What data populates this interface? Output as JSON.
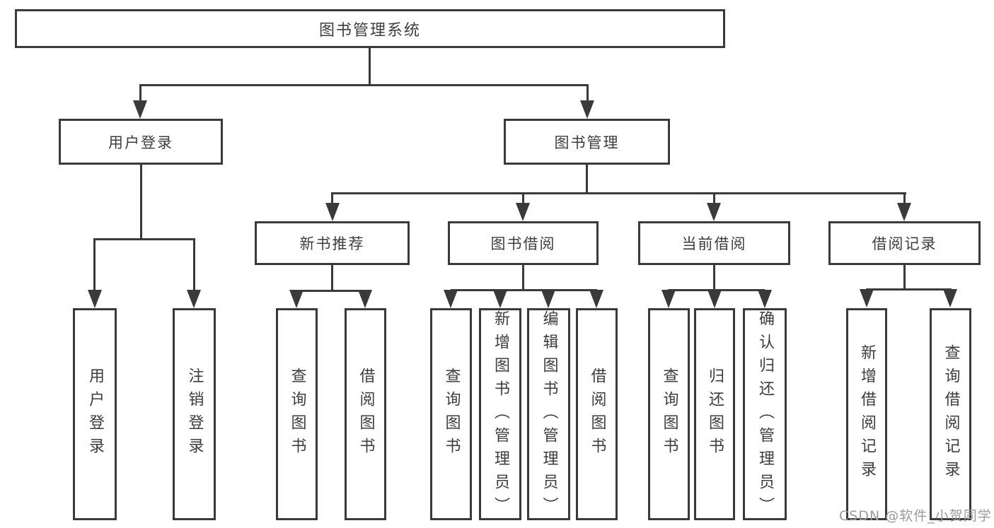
{
  "diagram": {
    "root": {
      "label": "图书管理系统"
    },
    "branches": [
      {
        "label": "用户登录",
        "children": [
          {
            "label": "用户登录"
          },
          {
            "label": "注销登录"
          }
        ]
      },
      {
        "label": "图书管理",
        "children": [
          {
            "label": "新书推荐",
            "children": [
              {
                "label": "查询图书"
              },
              {
                "label": "借阅图书"
              }
            ]
          },
          {
            "label": "图书借阅",
            "children": [
              {
                "label": "查询图书"
              },
              {
                "label": "新增图书（管理员）"
              },
              {
                "label": "编辑图书（管理员）"
              },
              {
                "label": "借阅图书"
              }
            ]
          },
          {
            "label": "当前借阅",
            "children": [
              {
                "label": "查询图书"
              },
              {
                "label": "归还图书"
              },
              {
                "label": "确认归还（管理员）"
              }
            ]
          },
          {
            "label": "借阅记录",
            "children": [
              {
                "label": "新增借阅记录"
              },
              {
                "label": "查询借阅记录"
              }
            ]
          }
        ]
      }
    ]
  },
  "watermark": {
    "text": "CSDN @软件_小贺同学"
  },
  "colors": {
    "line": "#3a3a3a",
    "text": "#3d3d3d",
    "watermark": "#9a9a9a",
    "background": "#ffffff"
  }
}
